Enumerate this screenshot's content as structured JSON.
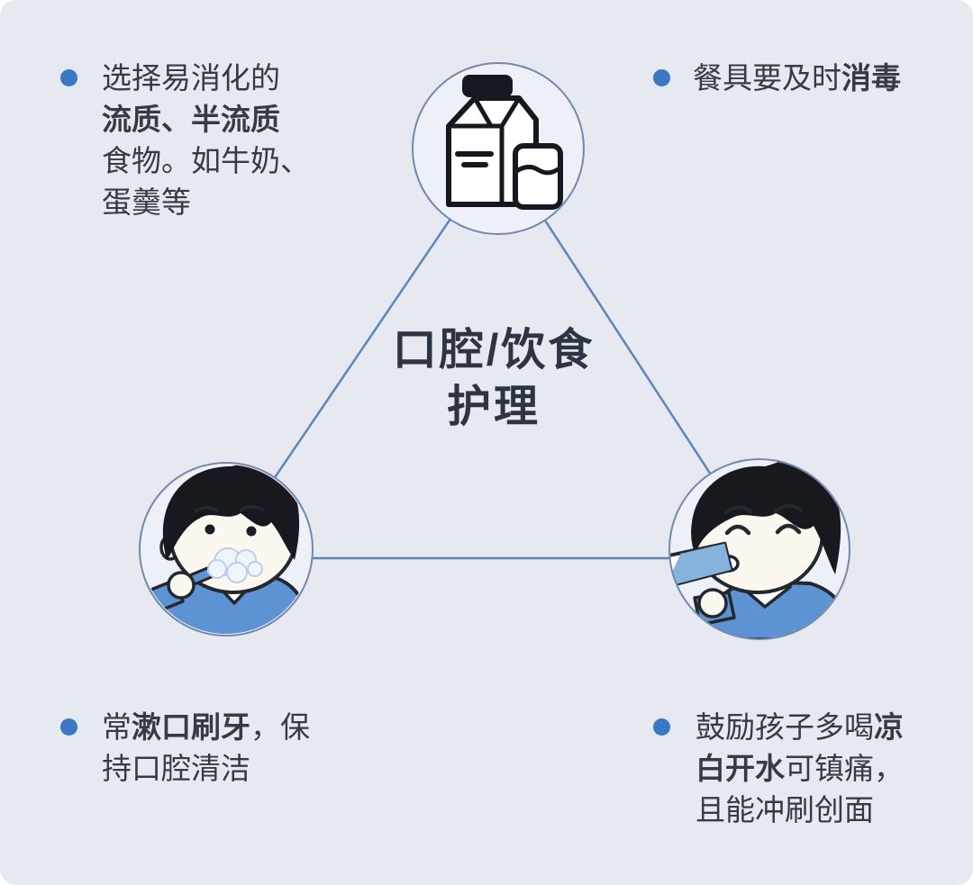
{
  "card": {
    "background": "#e7e9f1",
    "outer_background": "#ffffff"
  },
  "title": {
    "line1": "口腔/饮食",
    "line2": "护理",
    "color": "#2d3442"
  },
  "colors": {
    "bullet_blue": "#3b78c3",
    "connector_line": "#5d86b8",
    "circle_stroke": "#7189ad",
    "circle_fill": "#edf0f7",
    "text_dark": "#343a46",
    "outline_dark": "#23272e",
    "hair_black": "#17191f",
    "skin": "#fcf8f0",
    "sweater_blue": "#5e93d3",
    "water_blue": "#86b2de"
  },
  "icons": {
    "top": "milk-carton-and-glass",
    "bottom_left": "boy-brushing-teeth",
    "bottom_right": "boy-drinking-water"
  },
  "notes": {
    "top_left": {
      "lines": [
        [
          {
            "t": "选择易消化的",
            "b": false
          }
        ],
        [
          {
            "t": "流质、半流质",
            "b": true
          }
        ],
        [
          {
            "t": "食物。如牛奶、",
            "b": false
          }
        ],
        [
          {
            "t": "蛋羹等",
            "b": false
          }
        ]
      ]
    },
    "top_right": {
      "lines": [
        [
          {
            "t": "餐具要及时",
            "b": false
          },
          {
            "t": "消毒",
            "b": true
          }
        ]
      ]
    },
    "bottom_left": {
      "lines": [
        [
          {
            "t": "常",
            "b": false
          },
          {
            "t": "漱口刷牙",
            "b": true
          },
          {
            "t": "，保",
            "b": false
          }
        ],
        [
          {
            "t": "持口腔清洁",
            "b": false
          }
        ]
      ]
    },
    "bottom_right": {
      "lines": [
        [
          {
            "t": "鼓励孩子多喝",
            "b": false
          },
          {
            "t": "凉",
            "b": true
          }
        ],
        [
          {
            "t": "白开水",
            "b": true
          },
          {
            "t": "可镇痛，",
            "b": false
          }
        ],
        [
          {
            "t": "且能冲刷创面",
            "b": false
          }
        ]
      ]
    }
  }
}
